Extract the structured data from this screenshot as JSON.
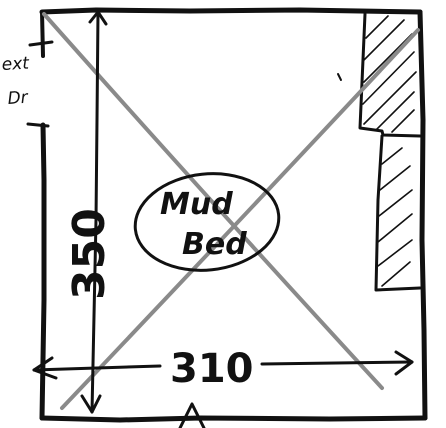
{
  "room": {
    "label_line1": "Mud",
    "label_line2": "Bed",
    "dimension_vertical": "350",
    "dimension_horizontal": "310"
  },
  "door": {
    "label_line1": "ext",
    "label_line2": "Dr"
  },
  "colors": {
    "ink": "#111111",
    "pencil": "#8a8a8a",
    "paper": "#ffffff"
  }
}
